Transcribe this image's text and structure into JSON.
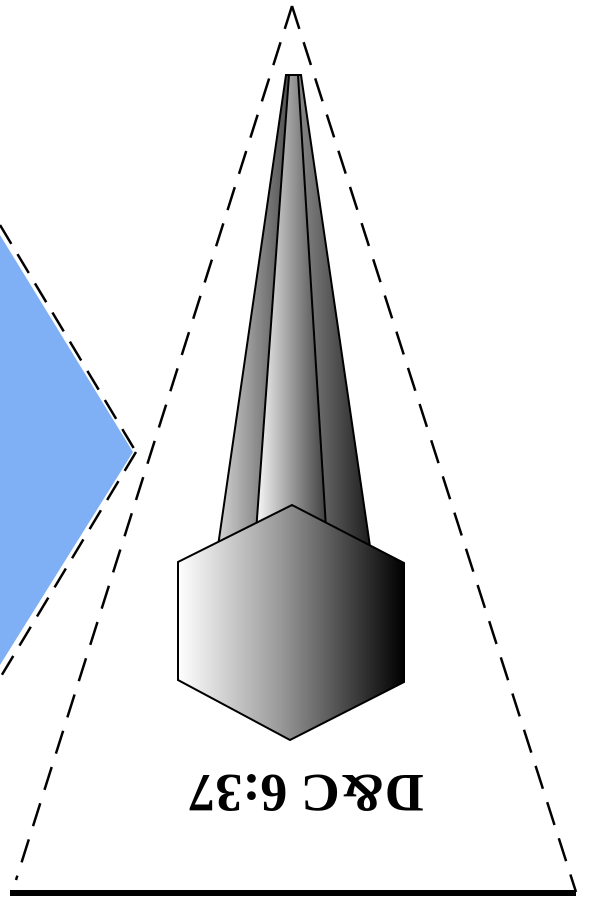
{
  "figure": {
    "reference_label": "D&C 6:37",
    "colors": {
      "background": "#ffffff",
      "blue_shape": "#7fb0f5",
      "outline": "#000000",
      "gradient_light": "#ffffff",
      "gradient_dark": "#000000"
    },
    "elements": [
      "dashed-triangle",
      "blue-wedge",
      "spike",
      "hexagon",
      "base-line"
    ]
  }
}
